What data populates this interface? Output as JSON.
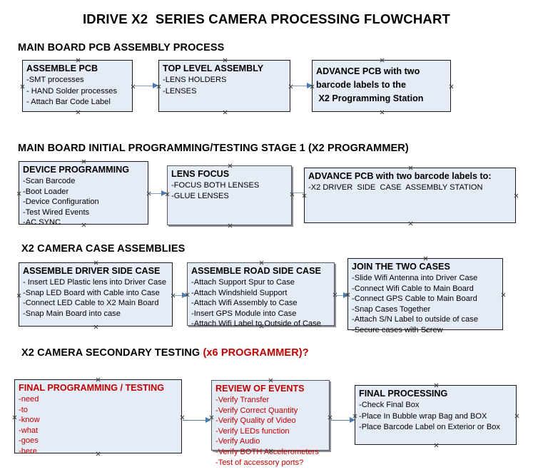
{
  "title": "IDRIVE X2  SERIES CAMERA PROCESSING FLOWCHART",
  "colors": {
    "box_fill": "#e6ecf6",
    "box_border": "#1b1b1b",
    "arrow": "#4a7bb0",
    "accent_red": "#c00000",
    "text": "#000000"
  },
  "sections": [
    {
      "id": "main-board-pcb-assembly-process",
      "heading": "MAIN BOARD PCB ASSEMBLY PROCESS",
      "heading_accent": "",
      "boxes": [
        {
          "id": "assemble-pcb",
          "title": "ASSEMBLE PCB",
          "lines": [
            "-SMT processes",
            "- HAND Solder processes",
            "- Attach Bar Code Label"
          ]
        },
        {
          "id": "top-level-assembly",
          "title": "TOP LEVEL ASSEMBLY",
          "lines": [
            "-LENS HOLDERS",
            "-LENSES"
          ]
        },
        {
          "id": "advance-pcb-to-x2-programming-station",
          "title": "ADVANCE PCB with two\nbarcode labels to the\n X2 Programming Station",
          "lines": []
        }
      ]
    },
    {
      "id": "main-board-initial-programming-testing-stage-1",
      "heading": "MAIN BOARD INITIAL PROGRAMMING/TESTING STAGE 1 (X2 PROGRAMMER)",
      "heading_accent": "",
      "boxes": [
        {
          "id": "device-programming",
          "title": "DEVICE PROGRAMMING",
          "lines": [
            "-Scan Barcode",
            "-Boot Loader",
            "-Device Configuration",
            "-Test Wired Events",
            "-AC SYNC"
          ]
        },
        {
          "id": "lens-focus",
          "title": "LENS FOCUS",
          "lines": [
            "-FOCUS BOTH LENSES",
            "-GLUE LENSES"
          ]
        },
        {
          "id": "advance-pcb-to-driver-side-case-assembly-station",
          "title": "ADVANCE PCB with two barcode labels to:",
          "lines": [
            "-X2 DRIVER  SIDE  CASE  ASSEMBLY STATION"
          ]
        }
      ]
    },
    {
      "id": "x2-camera-case-assemblies",
      "heading": "X2 CAMERA CASE ASSEMBLIES",
      "heading_accent": "",
      "boxes": [
        {
          "id": "assemble-driver-side-case",
          "title": "ASSEMBLE DRIVER SIDE CASE",
          "lines": [
            "- Insert LED Plastic lens into Driver Case",
            "-Snap LED Board with Cable into Case",
            "-Connect LED Cable to X2 Main Board",
            "-Snap Main Board into case"
          ]
        },
        {
          "id": "assemble-road-side-case",
          "title": "ASSEMBLE ROAD SIDE CASE",
          "lines": [
            "-Attach Support Spur to Case",
            "-Attach Windshield Support",
            "-Attach Wifi Assembly to Case",
            "-Insert GPS Module into Case",
            "-Attach Wifi Label to Outside of Case"
          ]
        },
        {
          "id": "join-the-two-cases",
          "title": "JOIN THE TWO CASES",
          "lines": [
            "-Slide Wifi Antenna into Driver Case",
            "-Connect Wifi Cable to Main Board",
            "-Connect GPS Cable to Main Board",
            "-Snap Cases Together",
            "-Attach S/N Label to outside of case",
            "-Secure cases with Screw"
          ]
        }
      ]
    },
    {
      "id": "x2-camera-secondary-testing",
      "heading": "X2 CAMERA SECONDARY TESTING ",
      "heading_accent": "(x6 PROGRAMMER)?",
      "boxes": [
        {
          "id": "final-programming-testing",
          "title": "FINAL PROGRAMMING / TESTING",
          "lines": [
            "-need",
            "-to",
            "-know",
            "-what",
            "-goes",
            "-here"
          ]
        },
        {
          "id": "review-of-events",
          "title": "REVIEW OF EVENTS",
          "lines": [
            "-Verify Transfer",
            "-Verify Correct Quantity",
            "-Verify Quality of Video",
            "-Verify LEDs function",
            "-Verify Audio",
            "-Verify BOTH Accelerometers",
            "-Test of accessory ports?"
          ]
        },
        {
          "id": "final-processing",
          "title": "FINAL PROCESSING",
          "lines": [
            "-Check Final Box",
            "-Place In Bubble wrap Bag and BOX",
            "-Place Barcode Label on Exterior or Box"
          ]
        }
      ]
    }
  ]
}
